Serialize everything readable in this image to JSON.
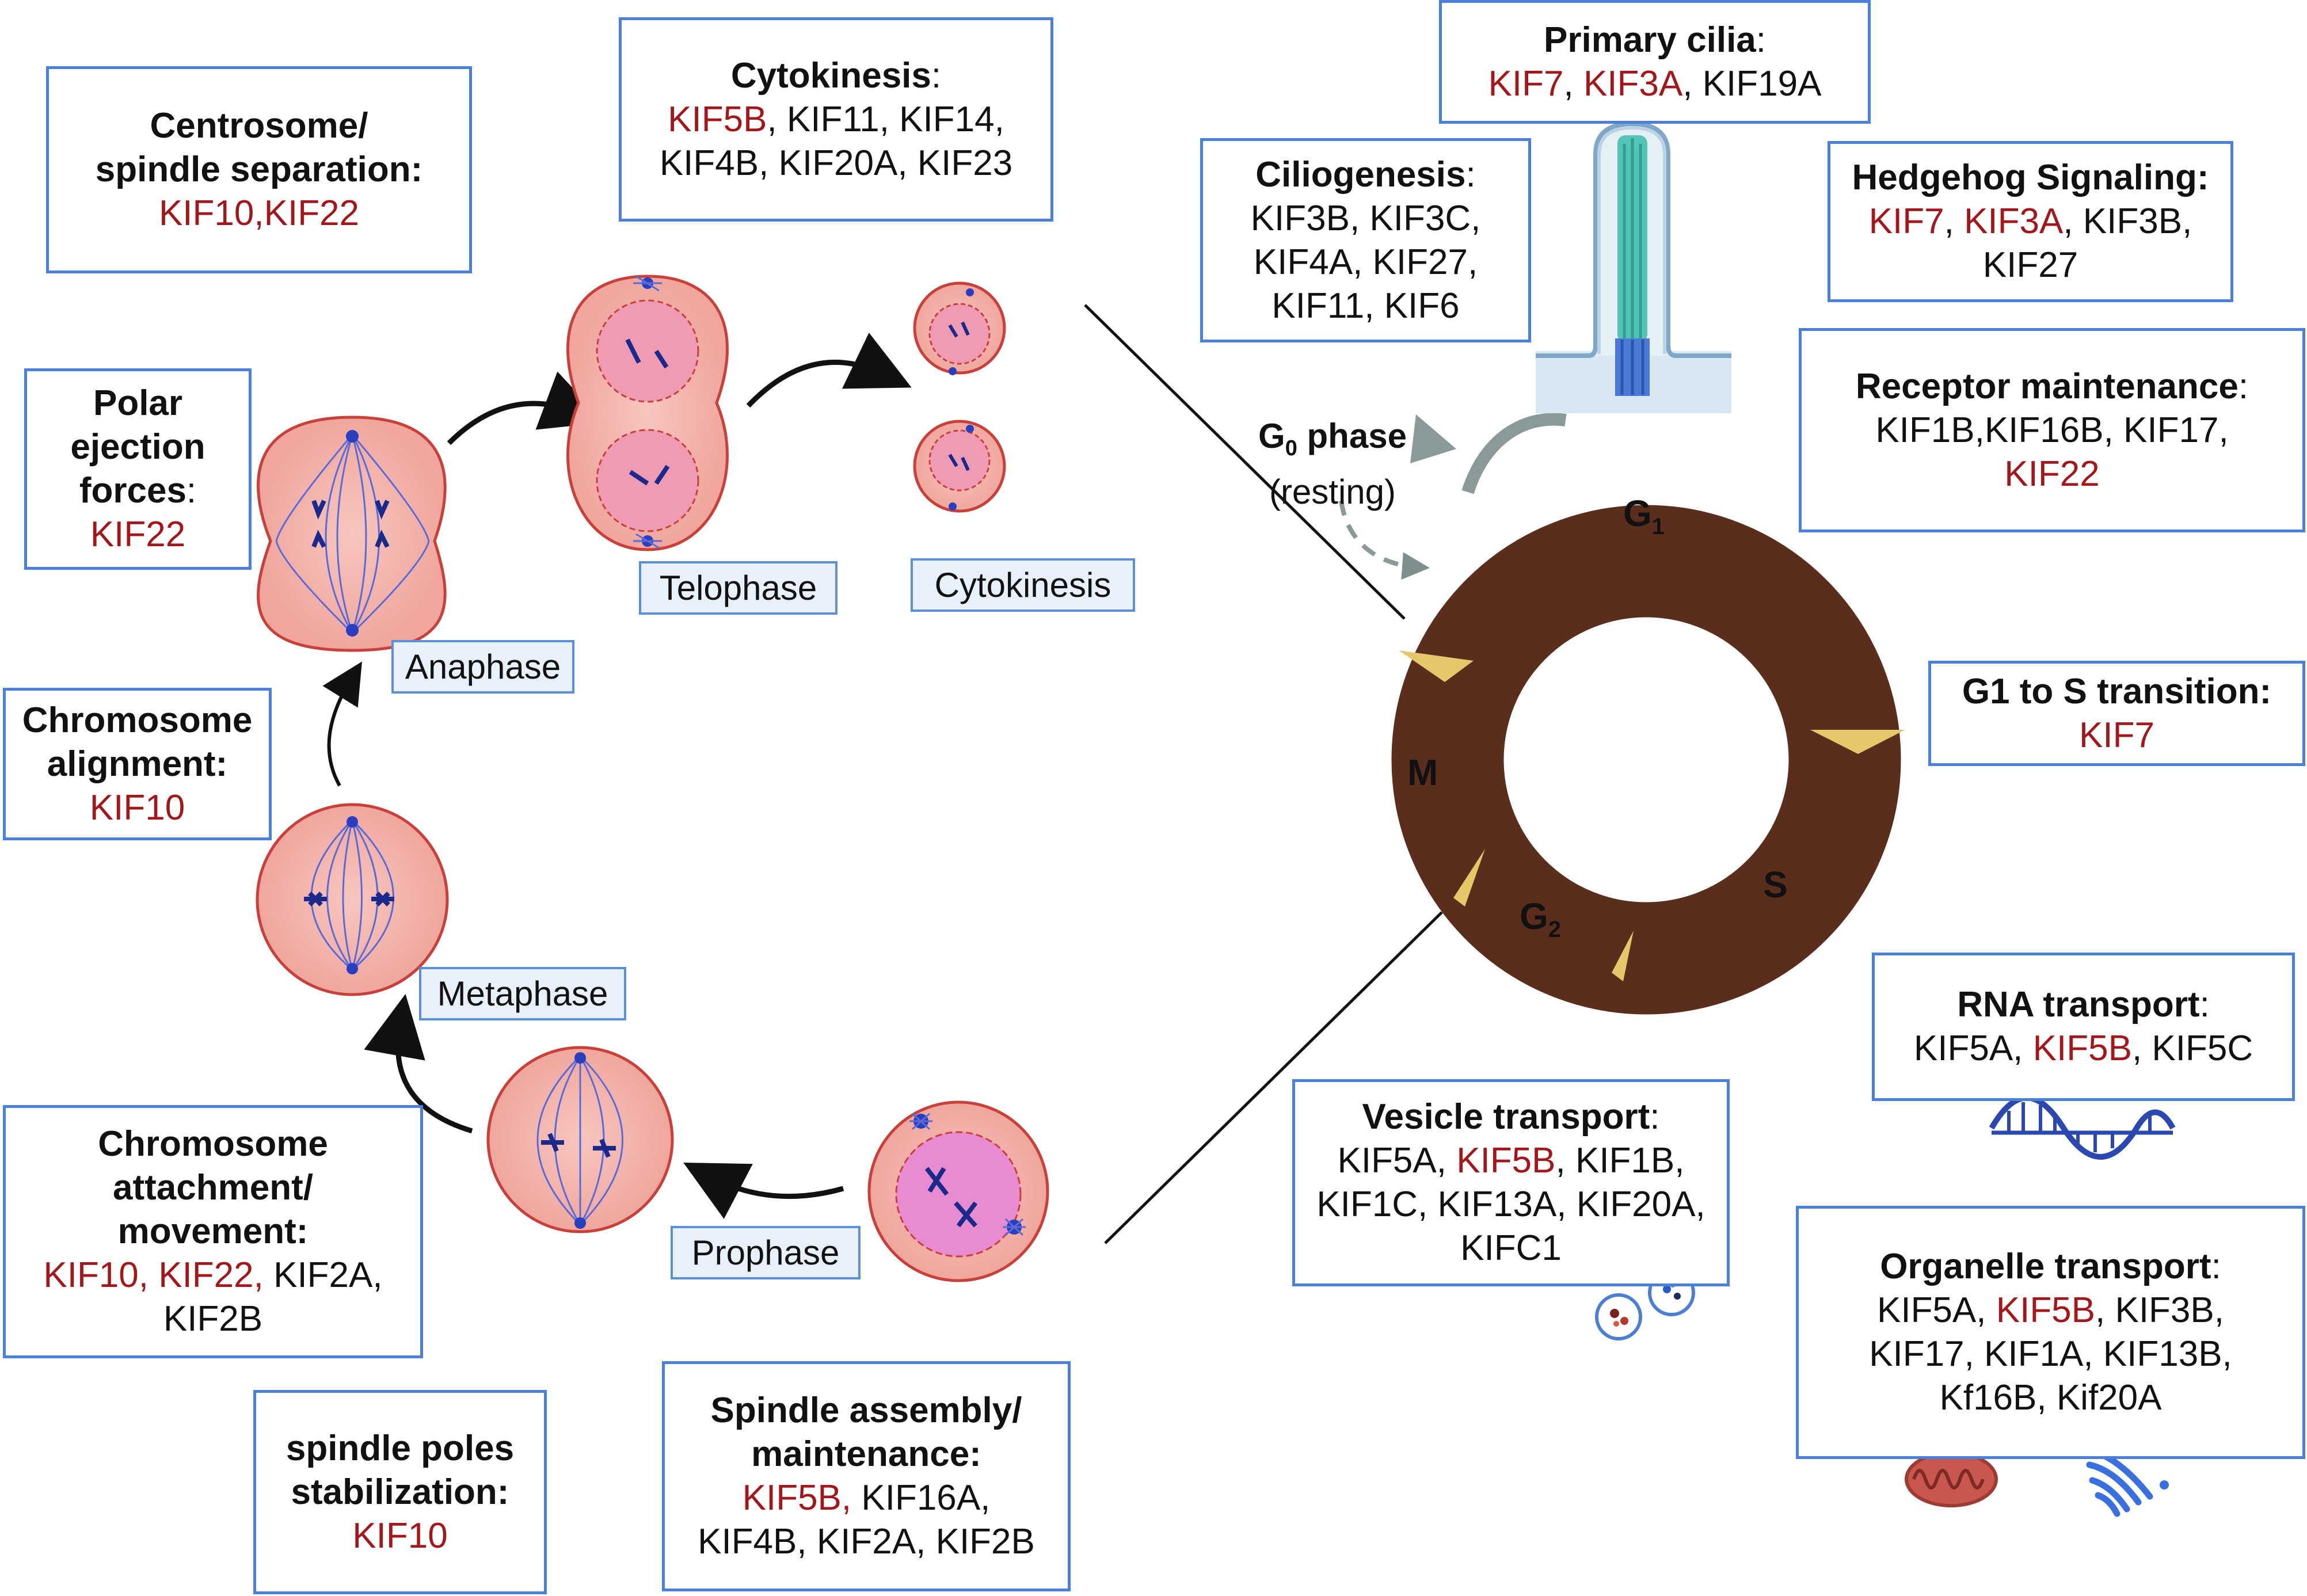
{
  "boxes": {
    "centrosome": {
      "title_l1": "Centrosome/",
      "title_l2": "spindle separation:",
      "r1": "KIF10",
      "sep": ",",
      "r2": "KIF22"
    },
    "cytokinesis": {
      "title": "Cytokinesis",
      "colon": ":",
      "r1": "KIF5B",
      "rest1": ", KIF11, KIF14,",
      "l2": "KIF4B, KIF20A, KIF23"
    },
    "polar": {
      "l1": "Polar",
      "l2": "ejection",
      "l3": "forces",
      "colon": ":",
      "r1": "KIF22"
    },
    "alignment": {
      "l1": "Chromosome",
      "l2": "alignment:",
      "r1": "KIF10"
    },
    "attachment": {
      "l1": "Chromosome",
      "l2": "attachment/",
      "l3": "movement:",
      "r1": "KIF10, KIF22,",
      "rest1": " KIF2A,",
      "l5": "KIF2B"
    },
    "spindle_poles": {
      "l1": "spindle poles",
      "l2": "stabilization:",
      "r1": "KIF10"
    },
    "spindle_assembly": {
      "l1": "Spindle assembly/",
      "l2": "maintenance:",
      "r1": "KIF5B,",
      "rest1": " KIF16A,",
      "l4": "KIF4B, KIF2A, KIF2B"
    },
    "primary_cilia": {
      "title": "Primary cilia",
      "colon": ":",
      "r1": "KIF7",
      "sep1": ", ",
      "r2": "KIF3A",
      "rest": ", KIF19A"
    },
    "ciliogenesis": {
      "title": "Ciliogenesis",
      "colon": ":",
      "l2": "KIF3B, KIF3C,",
      "l3": "KIF4A, KIF27,",
      "l4": "KIF11, KIF6"
    },
    "hedgehog": {
      "title": "Hedgehog Signaling:",
      "r1": "KIF7",
      "sep1": ", ",
      "r2": "KIF3A",
      "rest1": ", KIF3B,",
      "l3": "KIF27"
    },
    "receptor": {
      "title": "Receptor maintenance",
      "colon": ":",
      "l2": "KIF1B,KIF16B, KIF17,",
      "r1": "KIF22"
    },
    "g1s": {
      "title": "G1 to S transition:",
      "r1": "KIF7"
    },
    "rna": {
      "title": "RNA  transport",
      "colon": ":",
      "k1": "KIF5A, ",
      "r1": "KIF5B",
      "rest": ", KIF5C"
    },
    "vesicle": {
      "title": "Vesicle  transport",
      "colon": ":",
      "k1": "KIF5A, ",
      "r1": "KIF5B",
      "rest1": ", KIF1B,",
      "l3": "KIF1C, KIF13A, KIF20A,",
      "l4": "KIFC1"
    },
    "organelle": {
      "title": "Organelle  transport",
      "colon": ":",
      "k1": "KIF5A, ",
      "r1": "KIF5B",
      "rest1": ", KIF3B,",
      "l3": "KIF17, KIF1A, KIF13B,",
      "l4": "Kf16B, Kif20A"
    }
  },
  "phase_labels": {
    "telophase": "Telophase",
    "cytokinesis": "Cytokinesis",
    "anaphase": "Anaphase",
    "metaphase": "Metaphase",
    "prophase": "Prophase"
  },
  "cycle": {
    "g1": "G",
    "g1_sub": "1",
    "s": "S",
    "g2": "G",
    "g2_sub": "2",
    "m": "M",
    "g0_a": "G",
    "g0_sub": "0",
    "g0_b": " phase",
    "g0_resting": "(resting)",
    "ring_color": "#5a2d1c",
    "marker_color": "#e6c86a"
  },
  "colors": {
    "box_border": "#4a80dc",
    "red": "#a3161a",
    "cell_fill": "#f4b9b3",
    "nucleus_fill": "#e98bd0",
    "spindle": "#5a6bd8"
  }
}
